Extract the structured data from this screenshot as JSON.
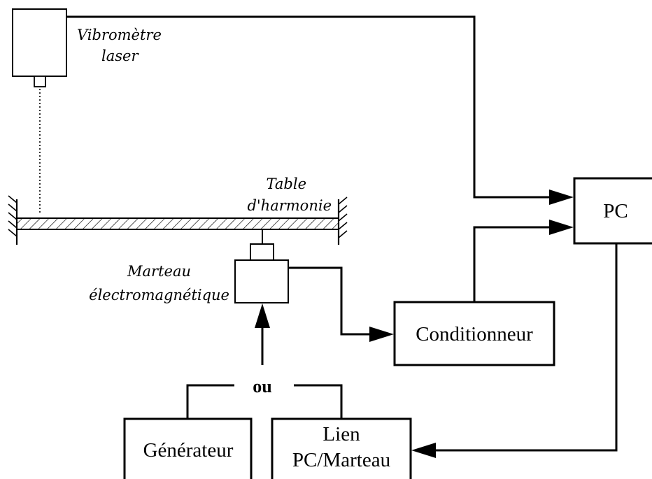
{
  "labels": {
    "vibrometer_line1": "Vibromètre",
    "vibrometer_line2": "laser",
    "table_line1": "Table",
    "table_line2": "d'harmonie",
    "hammer_line1": "Marteau",
    "hammer_line2": "électromagnétique",
    "or": "ou"
  },
  "boxes": {
    "pc": "PC",
    "conditioner": "Conditionneur",
    "generator": "Générateur",
    "link_line1": "Lien",
    "link_line2": "PC/Marteau"
  },
  "colors": {
    "stroke": "#000000",
    "background": "#ffffff"
  }
}
